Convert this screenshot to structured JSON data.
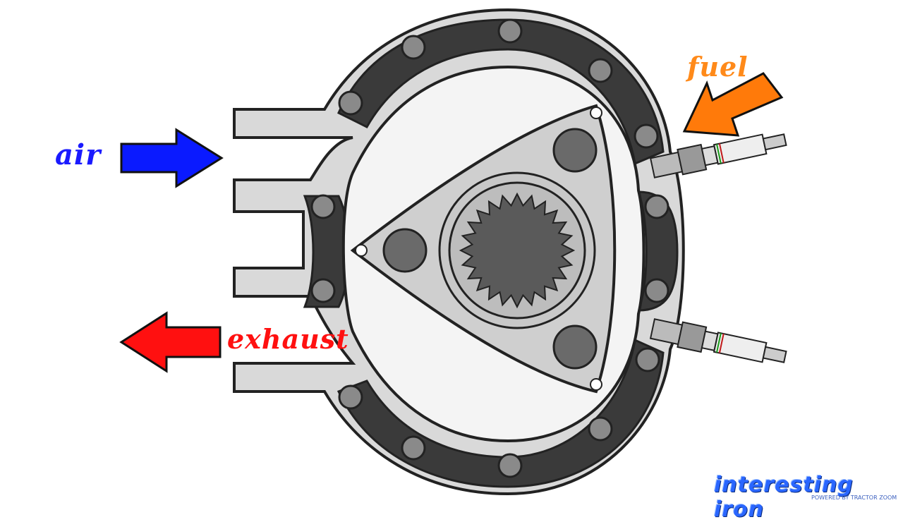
{
  "labels": {
    "air": "air",
    "exhaust": "exhaust",
    "fuel": "fuel"
  },
  "brand": {
    "logo_text": "interesting iron",
    "tagline": "POWERED BY TRACTOR ZOOM"
  },
  "colors": {
    "air_arrow": "#0a1aff",
    "exhaust_arrow": "#ff1010",
    "fuel_arrow": "#ff7a0a",
    "housing": "#d6d6d6",
    "housing_band": "#3a3a3a",
    "rotor": "#cfcfcf",
    "gear": "#5a5a5a"
  },
  "icons": [
    "air-arrow-icon",
    "exhaust-arrow-icon",
    "fuel-arrow-icon",
    "spark-plug-icon"
  ]
}
